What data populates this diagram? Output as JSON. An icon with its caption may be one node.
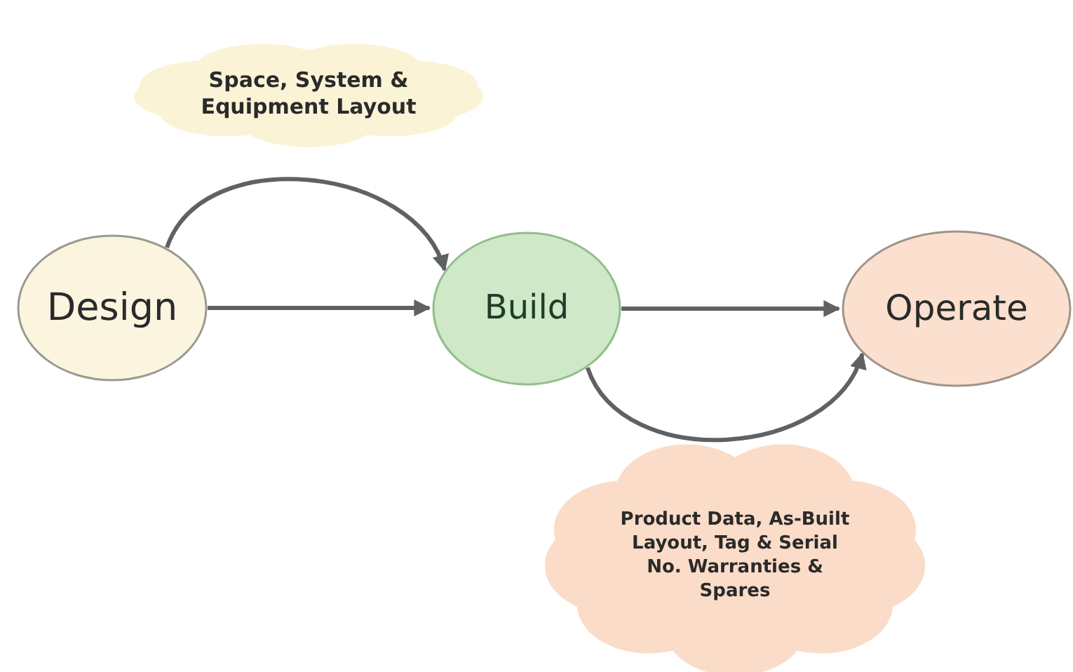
{
  "diagram": {
    "nodes": [
      {
        "text": [
          "Space, System & Equipment Layout"
        ]
      },
      {
        "text": [
          "Design"
        ]
      },
      {
        "text": [
          "Build"
        ]
      },
      {
        "text": [
          "Operate"
        ]
      },
      {
        "text": [
          "Product Data, As-Built Layout, Tag & Serial No. Warranties & Spares"
        ]
      }
    ],
    "edges": [
      {
        "from": 1,
        "to": 2,
        "arrow": "to"
      },
      {
        "from": 1,
        "to": 2,
        "arrow": "to"
      },
      {
        "from": 2,
        "to": 3,
        "arrow": "to"
      },
      {
        "from": 2,
        "to": 3,
        "arrow": "to"
      }
    ]
  }
}
